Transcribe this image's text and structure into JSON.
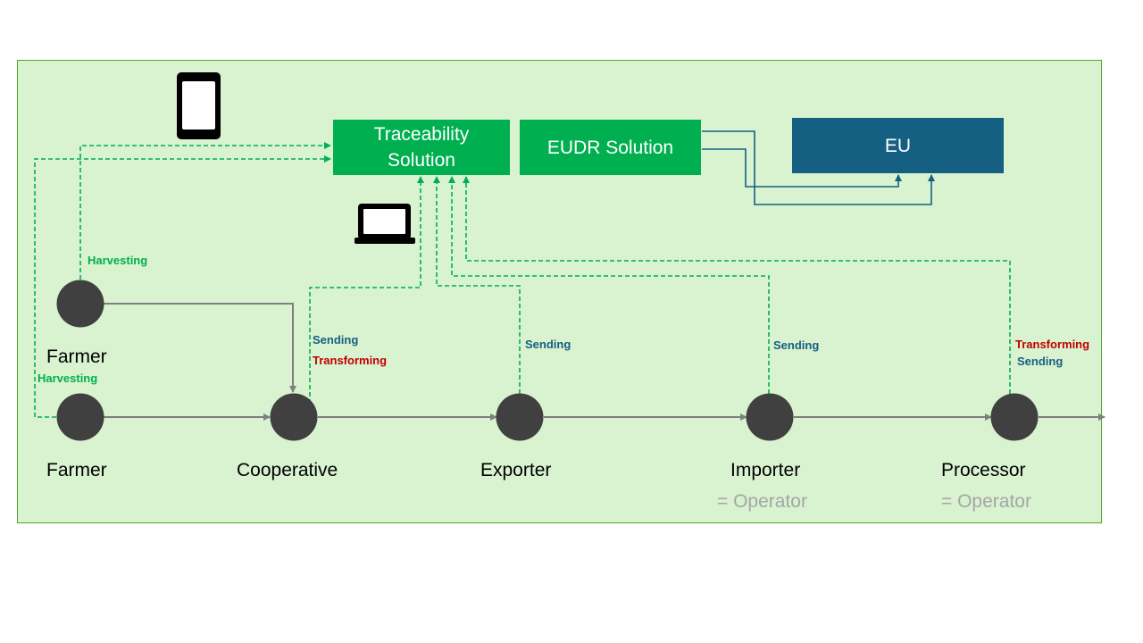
{
  "colors": {
    "panel_bg": "#d9f2d0",
    "panel_border": "#4ea72e",
    "green_box": "#00b050",
    "eu_box": "#156082",
    "node": "#404040",
    "flow_line": "#7f7f7f",
    "data_flow": "#00b050",
    "eu_flow": "#156082",
    "harvesting": "#00b050",
    "sending": "#156082",
    "transforming": "#c00000",
    "operator": "#a6a6a6"
  },
  "systems": {
    "traceability": {
      "line1": "Traceability",
      "line2": "Solution"
    },
    "eudr": {
      "label": "EUDR Solution"
    },
    "eu": {
      "label": "EU"
    }
  },
  "icons": {
    "mobile": "smartphone-icon",
    "laptop": "laptop-icon"
  },
  "actors": {
    "farmer_top": {
      "label": "Farmer",
      "activity": "Harvesting"
    },
    "farmer_bottom": {
      "label": "Farmer",
      "activity": "Harvesting"
    },
    "cooperative": {
      "label": "Cooperative",
      "activity1": "Sending",
      "activity2": "Transforming"
    },
    "exporter": {
      "label": "Exporter",
      "activity": "Sending"
    },
    "importer": {
      "label": "Importer",
      "role": "= Operator",
      "activity": "Sending"
    },
    "processor": {
      "label": "Processor",
      "role": "= Operator",
      "activity1": "Transforming",
      "activity2": "Sending"
    }
  }
}
